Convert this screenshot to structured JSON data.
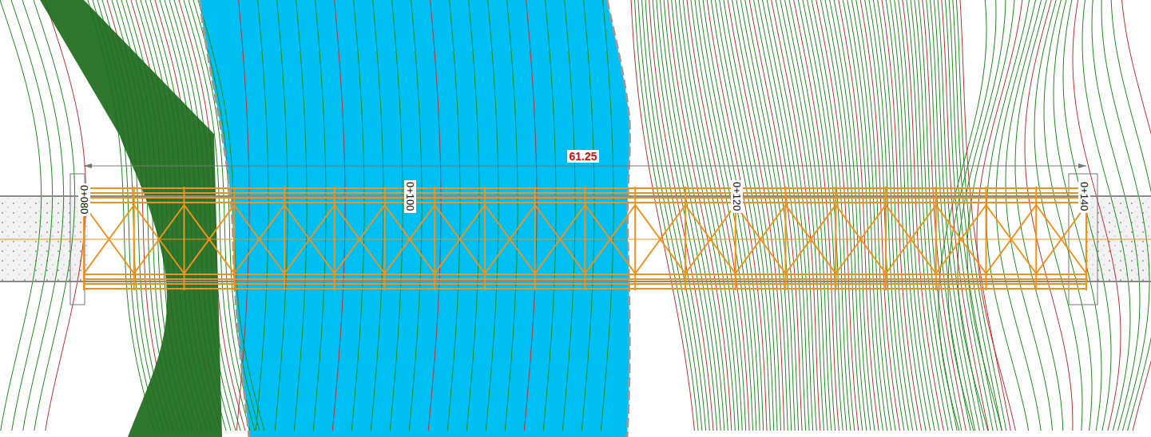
{
  "diagram": {
    "labels": [
      "61.25",
      "0+080",
      "0+100",
      "0+120",
      "0+140"
    ]
  }
}
